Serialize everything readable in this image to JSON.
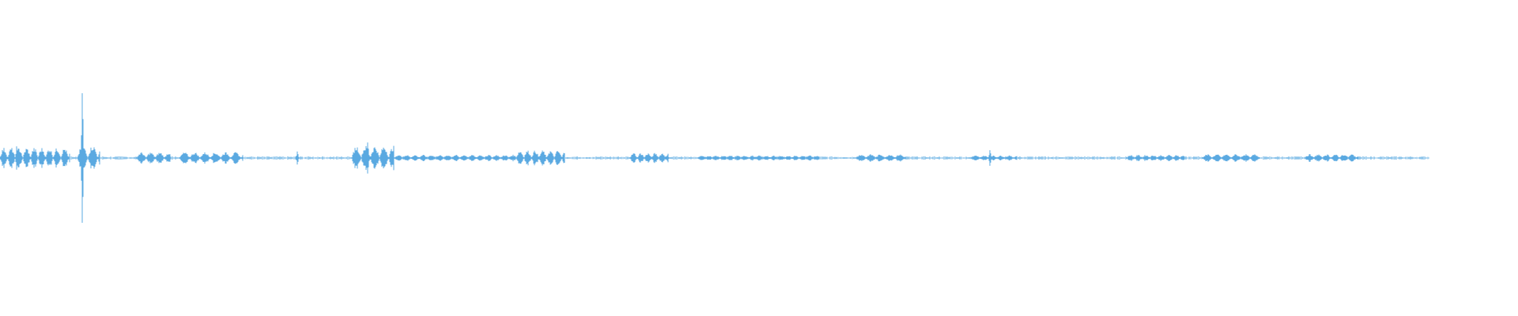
{
  "waveform": {
    "color": "#5aa9e1",
    "baseline_color": "#7fbde8",
    "background": "#ffffff",
    "segments": [
      {
        "start": 0.0,
        "end": 0.046,
        "amp": 0.16
      },
      {
        "start": 0.051,
        "end": 0.066,
        "amp": 0.2
      },
      {
        "start": 0.09,
        "end": 0.112,
        "amp": 0.09
      },
      {
        "start": 0.118,
        "end": 0.16,
        "amp": 0.09
      },
      {
        "start": 0.232,
        "end": 0.26,
        "amp": 0.19
      },
      {
        "start": 0.26,
        "end": 0.34,
        "amp": 0.05
      },
      {
        "start": 0.34,
        "end": 0.372,
        "amp": 0.12
      },
      {
        "start": 0.415,
        "end": 0.44,
        "amp": 0.08
      },
      {
        "start": 0.46,
        "end": 0.54,
        "amp": 0.04
      },
      {
        "start": 0.564,
        "end": 0.597,
        "amp": 0.06
      },
      {
        "start": 0.64,
        "end": 0.67,
        "amp": 0.04
      },
      {
        "start": 0.742,
        "end": 0.78,
        "amp": 0.05
      },
      {
        "start": 0.792,
        "end": 0.83,
        "amp": 0.06
      },
      {
        "start": 0.86,
        "end": 0.895,
        "amp": 0.06
      }
    ],
    "spikes": [
      {
        "at": 0.054,
        "amp": 1.0
      },
      {
        "at": 0.011,
        "amp": 0.18
      },
      {
        "at": 0.196,
        "amp": 0.1
      },
      {
        "at": 0.242,
        "amp": 0.24
      },
      {
        "at": 0.652,
        "amp": 0.12
      }
    ]
  }
}
